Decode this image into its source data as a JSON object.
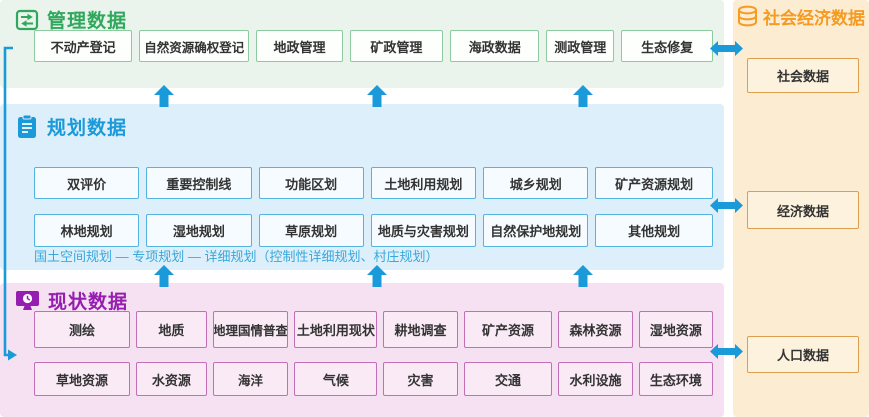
{
  "management": {
    "title": "管理数据",
    "items": [
      "不动产登记",
      "自然资源确权登记",
      "地政管理",
      "矿政管理",
      "海政数据",
      "测政管理",
      "生态修复"
    ]
  },
  "planning": {
    "title": "规划数据",
    "subtitle": "国土空间规划 — 专项规划 — 详细规划（控制性详细规划、村庄规划）",
    "row1": [
      "双评价",
      "重要控制线",
      "功能区划",
      "土地利用规划",
      "城乡规划",
      "矿产资源规划"
    ],
    "row2": [
      "林地规划",
      "湿地规划",
      "草原规划",
      "地质与灾害规划",
      "自然保护地规划",
      "其他规划"
    ]
  },
  "status": {
    "title": "现状数据",
    "row1": [
      "测绘",
      "地质",
      "地理国情普查",
      "土地利用现状",
      "耕地调查",
      "矿产资源",
      "森林资源",
      "湿地资源"
    ],
    "row2": [
      "草地资源",
      "水资源",
      "海洋",
      "气候",
      "灾害",
      "交通",
      "水利设施",
      "生态环境"
    ]
  },
  "socioeconomic": {
    "title": "社会经济数据",
    "items": [
      "社会数据",
      "经济数据",
      "人口数据"
    ]
  },
  "colors": {
    "green_accent": "#2fa85c",
    "green_section_bg": "#eaf4ed",
    "green_box_border": "#8cca9f",
    "blue_accent": "#1a9ad8",
    "blue_section_bg": "#ddeffa",
    "blue_box_border": "#55b3e0",
    "purple_accent": "#951daf",
    "pink_section_bg": "#f6e1f2",
    "pink_box_border": "#c36fb6",
    "orange_accent": "#f59b22",
    "orange_section_bg": "#fcecd2",
    "orange_box_border": "#dd9f4e",
    "arrow_color": "#1a9ad8"
  }
}
